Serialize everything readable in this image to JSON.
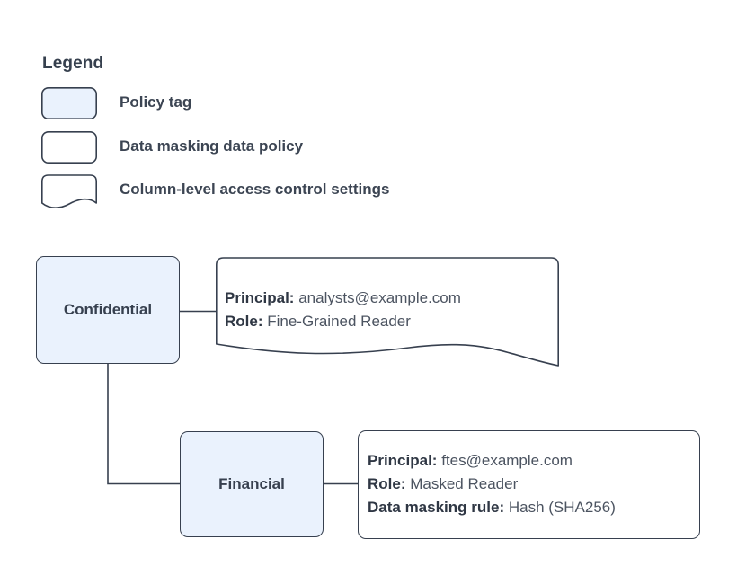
{
  "legend": {
    "title": "Legend",
    "items": [
      {
        "shape": "rounded-rect-filled",
        "fill": "#eaf2fd",
        "label": "Policy tag"
      },
      {
        "shape": "rounded-rect",
        "fill": "#ffffff",
        "label": "Data masking data policy"
      },
      {
        "shape": "document-wave",
        "fill": "#ffffff",
        "label": "Column-level access control settings"
      }
    ]
  },
  "colors": {
    "policy_tag_fill": "#eaf2fd",
    "stroke": "#37404f",
    "text": "#37404f",
    "value_text": "#4c5461",
    "background": "#ffffff"
  },
  "nodes": {
    "confidential": {
      "label": "Confidential"
    },
    "financial": {
      "label": "Financial"
    }
  },
  "acl_settings": {
    "shape": "document-wave",
    "lines": [
      {
        "key": "Principal:",
        "value": "analysts@example.com"
      },
      {
        "key": "Role:",
        "value": "Fine-Grained Reader"
      }
    ]
  },
  "masking_policy": {
    "shape": "rounded-rect",
    "lines": [
      {
        "key": "Principal:",
        "value": "ftes@example.com"
      },
      {
        "key": "Role:",
        "value": "Masked Reader"
      },
      {
        "key": "Data masking rule:",
        "value": "Hash (SHA256)"
      }
    ]
  },
  "edges": [
    {
      "from": "confidential",
      "to": "acl_settings"
    },
    {
      "from": "confidential",
      "to": "financial"
    },
    {
      "from": "financial",
      "to": "masking_policy"
    }
  ]
}
